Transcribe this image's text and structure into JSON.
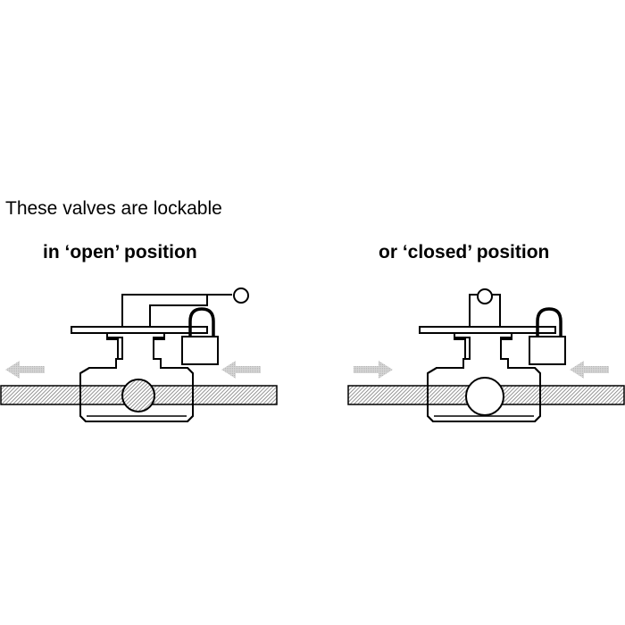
{
  "intro_text": "These valves are lockable",
  "captions": {
    "open": "in ‘open’ position",
    "closed": "or ‘closed’ position"
  },
  "colors": {
    "line": "#000000",
    "pipe_hatch": "#8a8a8a",
    "flow_arrow": "#c8c8c8"
  },
  "valves": [
    {
      "state": "open",
      "flow": [
        "left",
        "left"
      ]
    },
    {
      "state": "closed",
      "flow": [
        "right",
        "left"
      ]
    }
  ]
}
